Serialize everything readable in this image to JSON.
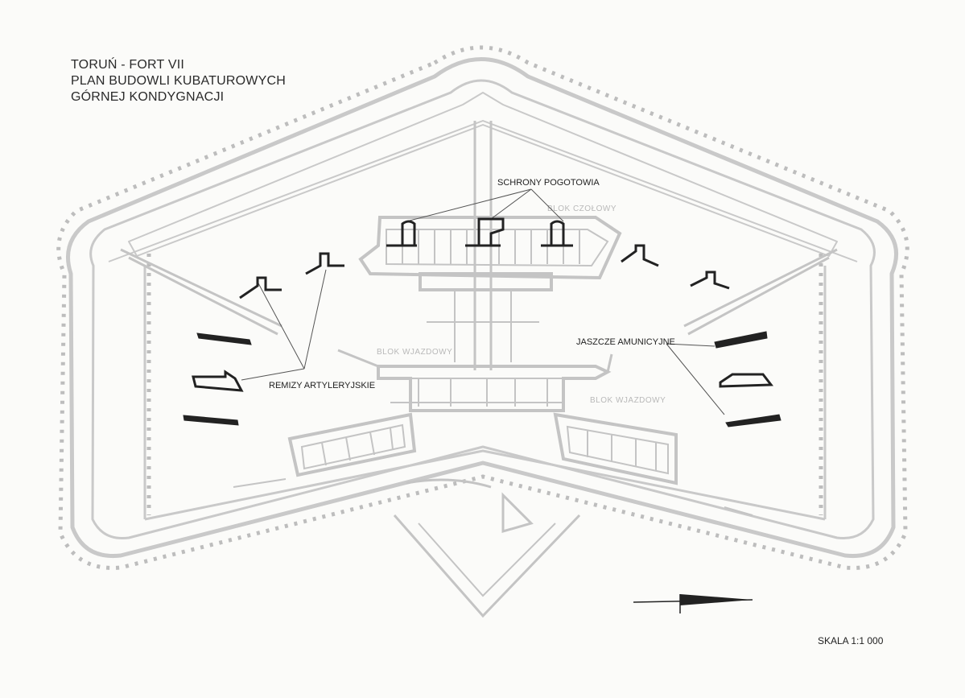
{
  "title": {
    "line1": "TORUŃ - FORT VII",
    "line2": "PLAN BUDOWLI KUBATUROWYCH",
    "line3": "GÓRNEJ KONDYGNACJI"
  },
  "labels": {
    "schrony": "SCHRONY POGOTOWIA",
    "jaszcze": "JASZCZE AMUNICYJNE",
    "remizy": "REMIZY ARTYLERYJSKIE",
    "blok_wjazdowy_center": "BLOK WJAZDOWY",
    "blok_wjazdowy_right": "BLOK WJAZDOWY",
    "blok_czolowy": "BLOK CZOŁOWY"
  },
  "scale": "SKALA 1:1 000",
  "colors": {
    "background": "#fbfbf9",
    "plan_grey": "#c8c8c8",
    "highlight": "#222222",
    "leader": "#555555"
  }
}
